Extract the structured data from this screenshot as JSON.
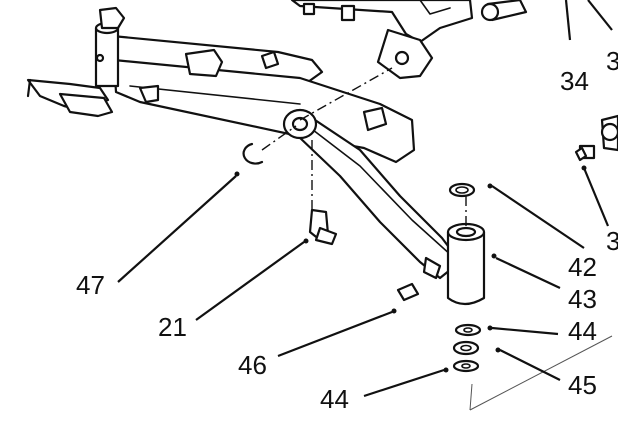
{
  "callouts": [
    {
      "id": "c34",
      "label": "34"
    },
    {
      "id": "c3a",
      "label": "3"
    },
    {
      "id": "c3b",
      "label": "3"
    },
    {
      "id": "c42",
      "label": "42"
    },
    {
      "id": "c43",
      "label": "43"
    },
    {
      "id": "c44a",
      "label": "44"
    },
    {
      "id": "c45",
      "label": "45"
    },
    {
      "id": "c44b",
      "label": "44"
    },
    {
      "id": "c46",
      "label": "46"
    },
    {
      "id": "c21",
      "label": "21"
    },
    {
      "id": "c47",
      "label": "47"
    }
  ]
}
